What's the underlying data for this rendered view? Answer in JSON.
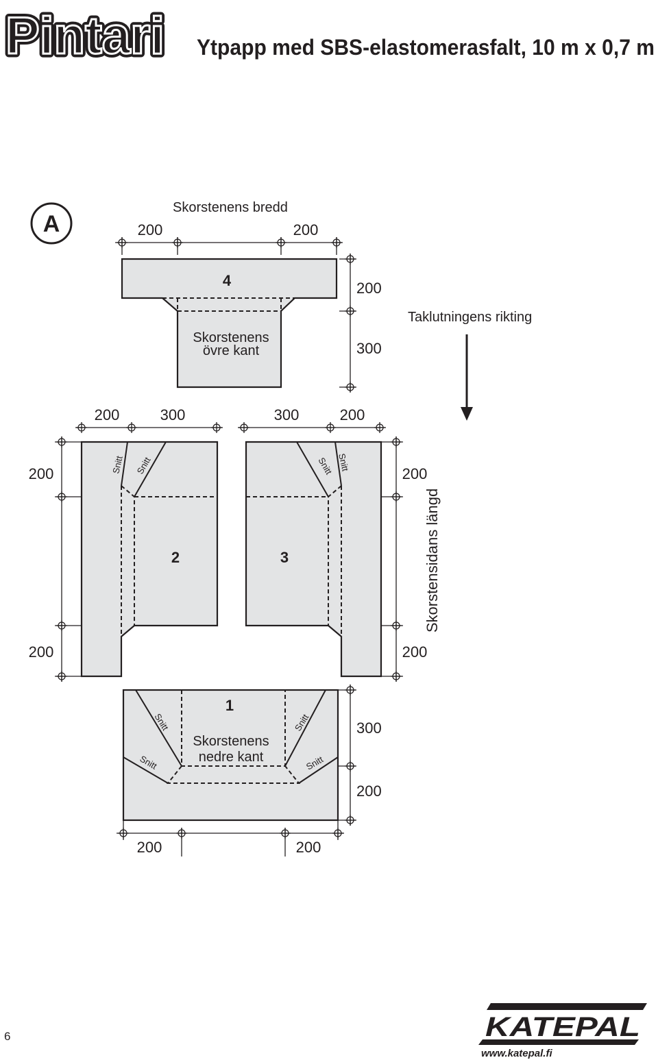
{
  "header": {
    "brand": "Pintari",
    "title": "Ytpapp med SBS-elastomerasfalt, 10 m x 0,7 m"
  },
  "figure": {
    "badge": "A",
    "flow_direction": "Taklutningens rikting",
    "piece4": {
      "number": "4",
      "caption_line1": "Skorstenens",
      "caption_line2": "övre kant",
      "width_label": "Skorstenens bredd",
      "dim_left": "200",
      "dim_right": "200",
      "dim_top": "200",
      "dim_bottom": "300"
    },
    "pieces23": {
      "number_left": "2",
      "number_right": "3",
      "top_dims": [
        "200",
        "300",
        "300",
        "200"
      ],
      "left_dim_top": "200",
      "left_dim_bottom": "200",
      "right_dim_top": "200",
      "right_dim_bottom": "200",
      "side_length_label": "Skorstensidans längd",
      "cut_label": "Snitt"
    },
    "piece1": {
      "number": "1",
      "caption_line1": "Skorstenens",
      "caption_line2": "nedre kant",
      "dim_right_top": "300",
      "dim_right_bottom": "200",
      "dim_bottom_left": "200",
      "dim_bottom_right": "200",
      "cut_label": "Snitt"
    }
  },
  "footer": {
    "page_number": "6",
    "logo": "KATEPAL",
    "website": "www.katepal.fi"
  }
}
